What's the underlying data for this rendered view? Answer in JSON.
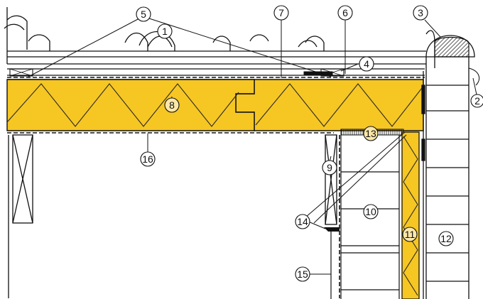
{
  "diagram": {
    "colors": {
      "insulation": "#F6C623",
      "insulation_line": "#2a2a2a",
      "line": "#111111",
      "callout_fill": "#ffffff",
      "callout_fill_highlight": "#FBE7A8",
      "brick_cap": "#7a7a7a"
    },
    "labels": {
      "c1": "1",
      "c2": "2",
      "c3": "3",
      "c4": "4",
      "c5": "5",
      "c6": "6",
      "c7": "7",
      "c8": "8",
      "c9": "9",
      "c10": "10",
      "c11": "11",
      "c12": "12",
      "c13": "13",
      "c14": "14",
      "c15": "15",
      "c16": "16"
    }
  }
}
